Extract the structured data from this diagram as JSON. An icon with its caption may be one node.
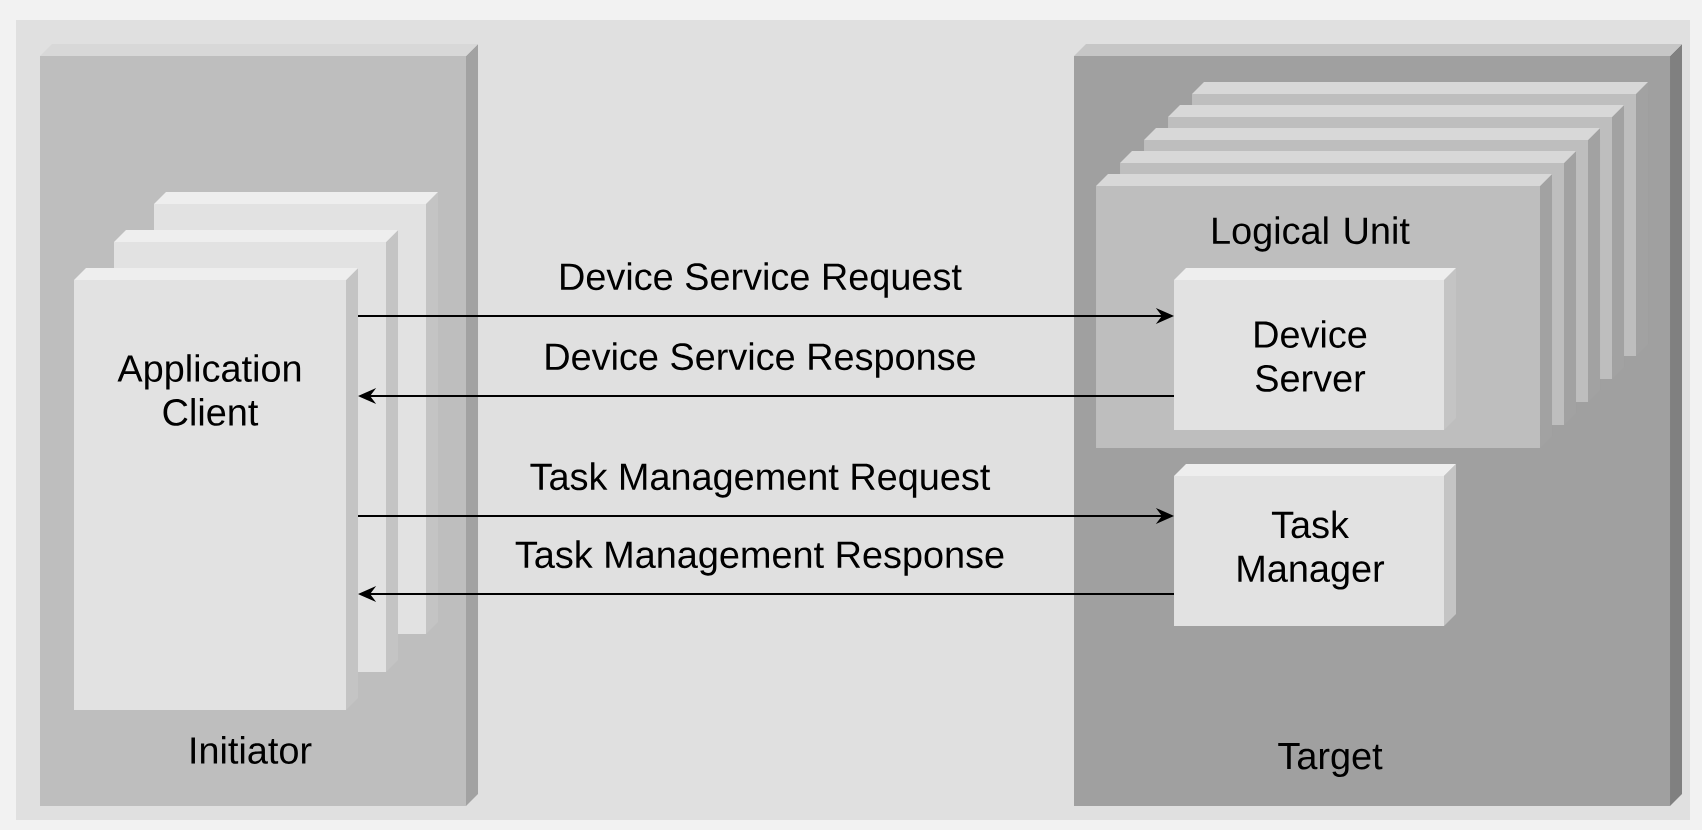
{
  "diagram": {
    "nodes": [
      {
        "text": [
          "Initiator"
        ]
      },
      {
        "text": [
          "Application Client"
        ],
        "in": 0
      },
      {
        "text": [
          "Target"
        ]
      },
      {
        "text": [
          "Logical Unit"
        ],
        "in": 2
      },
      {
        "text": [
          "Device Server"
        ],
        "in": 3
      },
      {
        "text": [
          "Task Manager"
        ],
        "in": 2
      }
    ],
    "edges": [
      {
        "from": 1,
        "to": 4,
        "arrow": "to",
        "label": "Device Service Request"
      },
      {
        "from": 4,
        "to": 1,
        "arrow": "to",
        "label": "Device Service Response"
      },
      {
        "from": 1,
        "to": 5,
        "arrow": "to",
        "label": "Task Management Request"
      },
      {
        "from": 5,
        "to": 1,
        "arrow": "to",
        "label": "Task Management Response"
      }
    ]
  }
}
